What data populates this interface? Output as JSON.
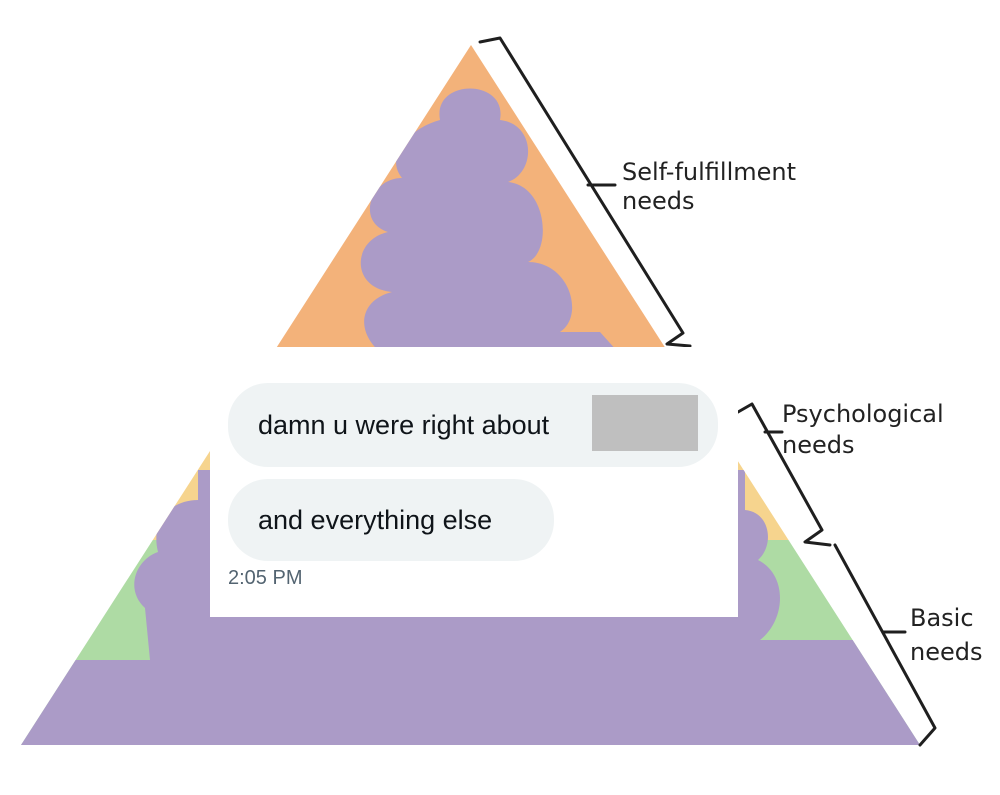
{
  "colors": {
    "orange": "#f3b27a",
    "yellow": "#f6d48e",
    "green": "#aedba4",
    "purple": "#ab9bc7",
    "bracket": "#1f1f1f",
    "bubble_bg": "#eff3f4",
    "redaction": "#bfbfbf"
  },
  "pyramid": {
    "labels": {
      "top": [
        "Self-fulfillment",
        "needs"
      ],
      "middle": [
        "Psychological",
        "needs"
      ],
      "bottom": [
        "Basic",
        "needs"
      ]
    }
  },
  "chat": {
    "message_1": "damn u were right about",
    "message_2": "and everything else",
    "timestamp": "2:05 PM"
  }
}
